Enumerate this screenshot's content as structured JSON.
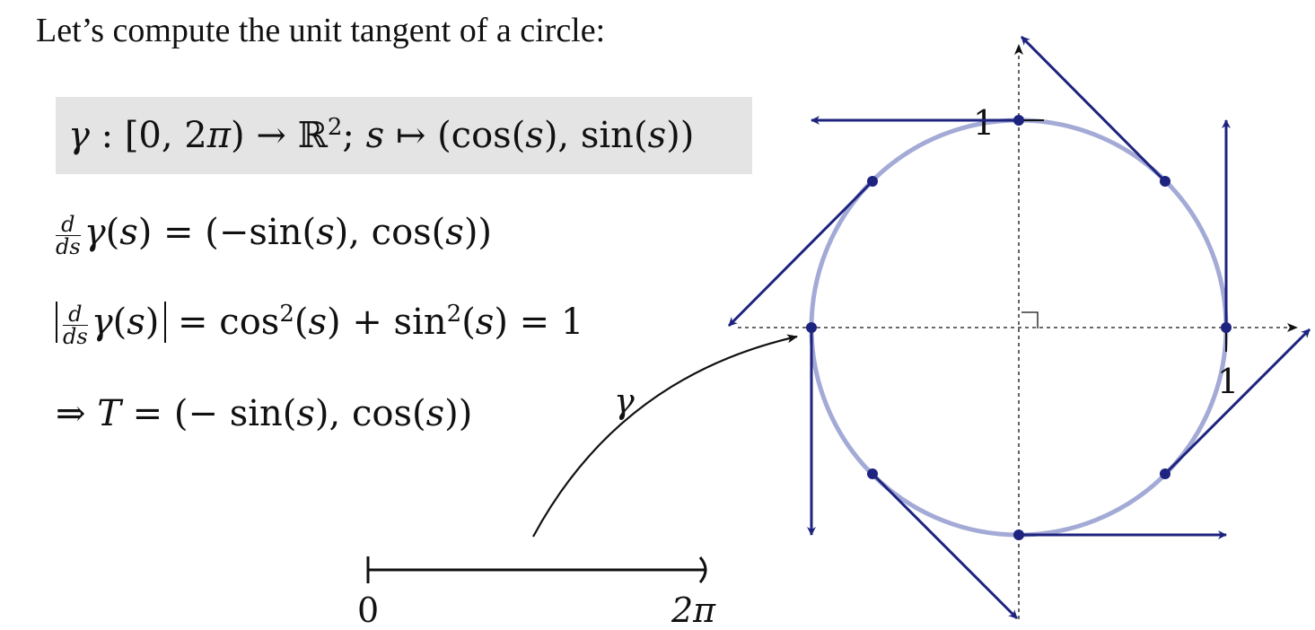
{
  "heading": "Let’s compute the unit tangent of a circle:",
  "definition": "γ : [0, 2π) → ℝ²; s ↦ (cos(s), sin(s))",
  "equations": {
    "derivative": "d/ds γ(s) = (−sin(s), cos(s))",
    "norm": "|d/ds γ(s)| = cos²(s) + sin²(s) = 1",
    "result": "⇒ T = (− sin(s), cos(s))"
  },
  "diagram": {
    "map_label": "γ",
    "interval_start": "0",
    "interval_end": "2π",
    "y_axis_tick": "1",
    "x_axis_tick": "1",
    "circle_color": "#a3aad6",
    "tangent_color": "#1d237e",
    "axis_color": "#000000"
  }
}
